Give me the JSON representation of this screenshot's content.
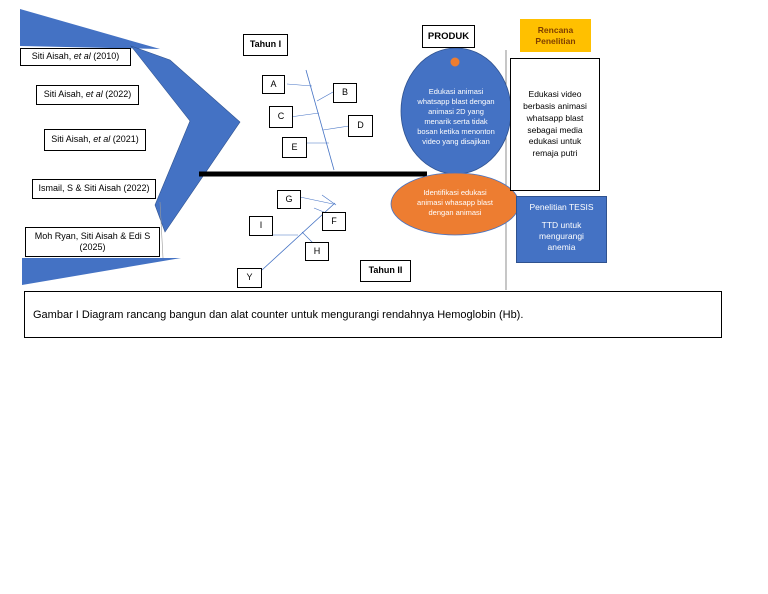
{
  "references": [
    {
      "prefix": "Siti Aisah, ",
      "etal": "et al",
      "suffix": " (2010)"
    },
    {
      "prefix": "Siti Aisah, ",
      "etal": "et al",
      "suffix": " (2022)"
    },
    {
      "prefix": "Siti Aisah, ",
      "etal": "et al",
      "suffix": " (2021)"
    },
    {
      "prefix": "Ismail, S & Siti Aisah (2022)",
      "etal": "",
      "suffix": ""
    },
    {
      "prefix": "Moh Ryan, Siti Aisah & Edi S (2025)",
      "etal": "",
      "suffix": ""
    }
  ],
  "year_labels": {
    "year1": "Tahun I",
    "year2": "Tahun II"
  },
  "branch_letters_top": [
    "A",
    "B",
    "C",
    "D",
    "E"
  ],
  "branch_letters_bottom": [
    "G",
    "F",
    "I",
    "H",
    "Y"
  ],
  "product": {
    "label": "PRODUK",
    "oval_text": "Edukasi animasi whatsapp blast dengan animasi 2D yang menarik serta tidak bosan ketika menonton video yang disajikan",
    "orange_text": "Identifikasi edukasi animasi whasapp blast dengan animasi"
  },
  "plan": {
    "label": "Rencana Penelitian",
    "description": "Edukasi video berbasis animasi whatsapp blast sebagai media edukasi untuk remaja putri",
    "tesis_title": "Penelitian TESIS",
    "tesis_text": "TTD untuk mengurangi anemia"
  },
  "caption": "Gambar I Diagram rancang bangun dan alat counter untuk mengurangi rendahnya Hemoglobin (Hb).",
  "colors": {
    "blue": "#4472c4",
    "orange": "#ed7d31",
    "yellow": "#ffc000"
  }
}
